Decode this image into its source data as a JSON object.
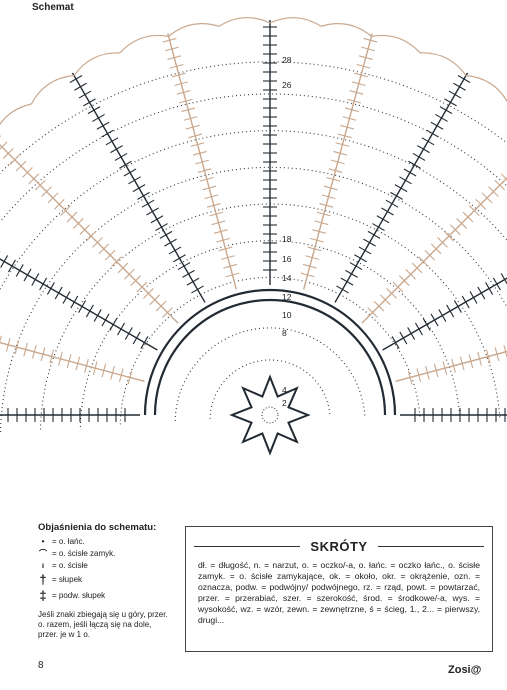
{
  "header": {
    "title": "Schemat"
  },
  "diagram": {
    "round_numbers": [
      "2",
      "4",
      "8",
      "10",
      "12",
      "14",
      "16",
      "18",
      "26",
      "28"
    ],
    "colors": {
      "dark": "#222a33",
      "tan": "#c9a88e",
      "dots": "#333333"
    }
  },
  "legend": {
    "title": "Objaśnienia do schematu:",
    "items": [
      {
        "symbol": "•",
        "text": "= o. łańc."
      },
      {
        "symbol": "⌒",
        "text": "= o. ścisłe zamyk."
      },
      {
        "symbol": "ı",
        "text": "= o. ścisłe"
      },
      {
        "symbol": "†",
        "text": "= słupek"
      },
      {
        "symbol": "‡",
        "text": "= podw. słupek"
      }
    ],
    "note": "Jeśli znaki zbiegają się u góry, przer. o. razem, jeśli łączą się na dole, przer. je w 1 o."
  },
  "skroty": {
    "title": "SKRÓTY",
    "text": "dł. = długość, n. = narzut, o. = oczko/-a, o. łańc. = oczko łańc., o. ścisłe zamyk. = o. ścisłe zamykające, ok. = około, okr. = okrążenie, ozn. = oznacza, podw. = podwójny/ podwójnego, rz. = rząd, powt. = powtarzać, przer. = przerabiać, szer. = szerokość, środ. = środkowe/-a, wys. = wysokość, wz. = wzór, zewn. = zewnętrzne, ś = ścieg, 1., 2... = pierwszy, drugi..."
  },
  "footer": {
    "page_number": "8",
    "signature": "Zosi@"
  }
}
